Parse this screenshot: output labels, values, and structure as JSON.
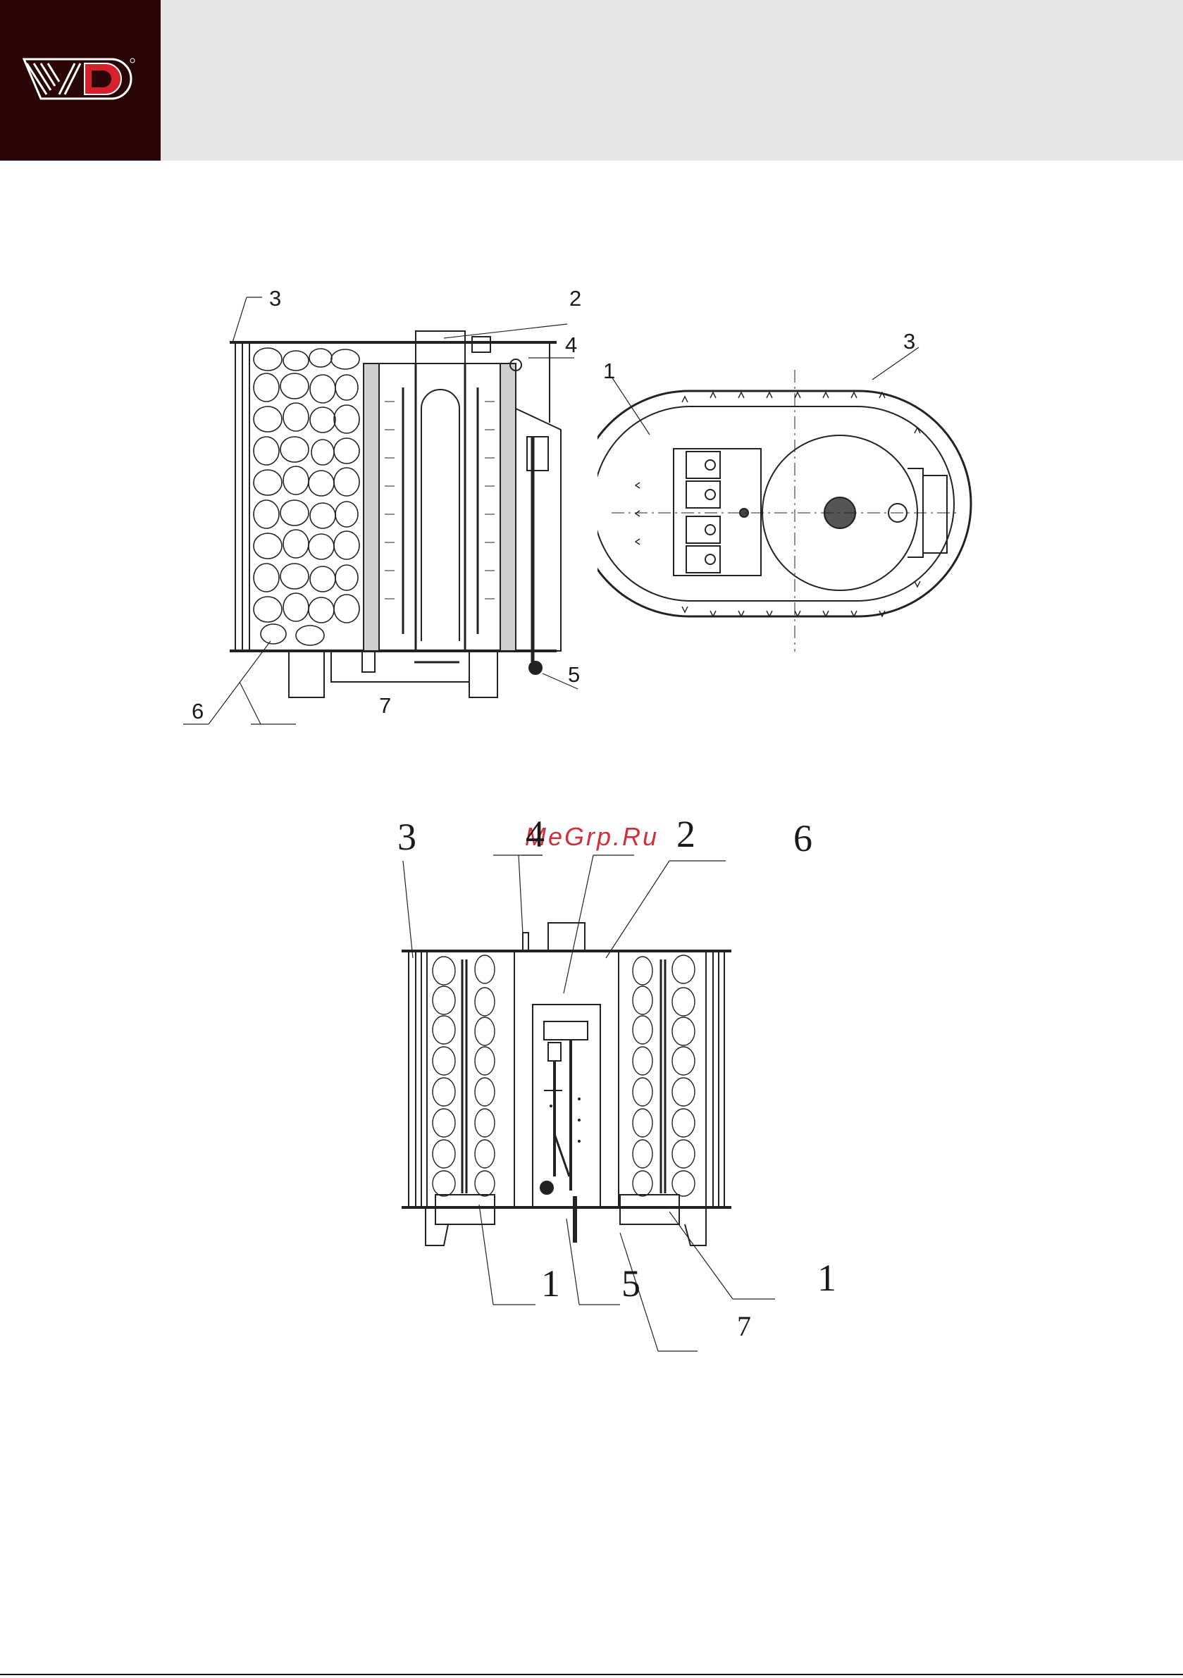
{
  "header": {
    "brand_icon": "tvd-logo",
    "brand_color": "#2a0508",
    "accent_color": "#d6202c"
  },
  "watermark": {
    "text": "MeGrp.Ru"
  },
  "diagram_side": {
    "labels": {
      "l3": "3",
      "l2": "2",
      "l4": "4",
      "l5": "5",
      "l6": "6",
      "l7": "7"
    }
  },
  "diagram_top": {
    "labels": {
      "l1": "1",
      "l3": "3"
    }
  },
  "diagram_front": {
    "labels": {
      "l3": "3",
      "l4": "4",
      "l2": "2",
      "l6": "6",
      "l1a": "1",
      "l5": "5",
      "l7": "7",
      "l1b": "1"
    }
  }
}
